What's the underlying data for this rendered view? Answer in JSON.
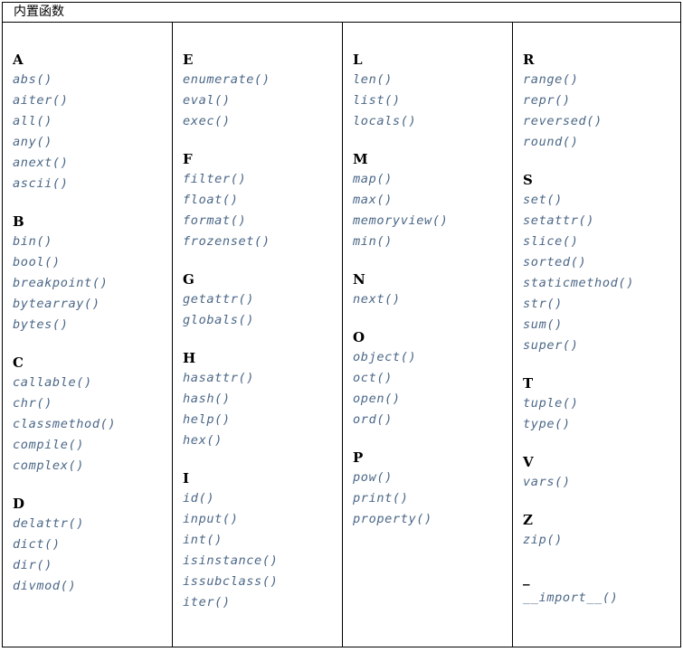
{
  "header": {
    "title": "内置函数"
  },
  "columns": [
    {
      "groups": [
        {
          "letter": "A",
          "items": [
            "abs()",
            "aiter()",
            "all()",
            "any()",
            "anext()",
            "ascii()"
          ]
        },
        {
          "letter": "B",
          "items": [
            "bin()",
            "bool()",
            "breakpoint()",
            "bytearray()",
            "bytes()"
          ]
        },
        {
          "letter": "C",
          "items": [
            "callable()",
            "chr()",
            "classmethod()",
            "compile()",
            "complex()"
          ]
        },
        {
          "letter": "D",
          "items": [
            "delattr()",
            "dict()",
            "dir()",
            "divmod()"
          ]
        }
      ]
    },
    {
      "groups": [
        {
          "letter": "E",
          "items": [
            "enumerate()",
            "eval()",
            "exec()"
          ]
        },
        {
          "letter": "F",
          "items": [
            "filter()",
            "float()",
            "format()",
            "frozenset()"
          ]
        },
        {
          "letter": "G",
          "items": [
            "getattr()",
            "globals()"
          ]
        },
        {
          "letter": "H",
          "items": [
            "hasattr()",
            "hash()",
            "help()",
            "hex()"
          ]
        },
        {
          "letter": "I",
          "items": [
            "id()",
            "input()",
            "int()",
            "isinstance()",
            "issubclass()",
            "iter()"
          ]
        }
      ]
    },
    {
      "groups": [
        {
          "letter": "L",
          "items": [
            "len()",
            "list()",
            "locals()"
          ]
        },
        {
          "letter": "M",
          "items": [
            "map()",
            "max()",
            "memoryview()",
            "min()"
          ]
        },
        {
          "letter": "N",
          "items": [
            "next()"
          ]
        },
        {
          "letter": "O",
          "items": [
            "object()",
            "oct()",
            "open()",
            "ord()"
          ]
        },
        {
          "letter": "P",
          "items": [
            "pow()",
            "print()",
            "property()"
          ]
        }
      ]
    },
    {
      "groups": [
        {
          "letter": "R",
          "items": [
            "range()",
            "repr()",
            "reversed()",
            "round()"
          ]
        },
        {
          "letter": "S",
          "items": [
            "set()",
            "setattr()",
            "slice()",
            "sorted()",
            "staticmethod()",
            "str()",
            "sum()",
            "super()"
          ]
        },
        {
          "letter": "T",
          "items": [
            "tuple()",
            "type()"
          ]
        },
        {
          "letter": "V",
          "items": [
            "vars()"
          ]
        },
        {
          "letter": "Z",
          "items": [
            "zip()"
          ]
        },
        {
          "letter": "_",
          "items": [
            "__import__()"
          ]
        }
      ]
    }
  ],
  "colors": {
    "link": "#4b6787",
    "text": "#000000",
    "border": "#000000"
  }
}
